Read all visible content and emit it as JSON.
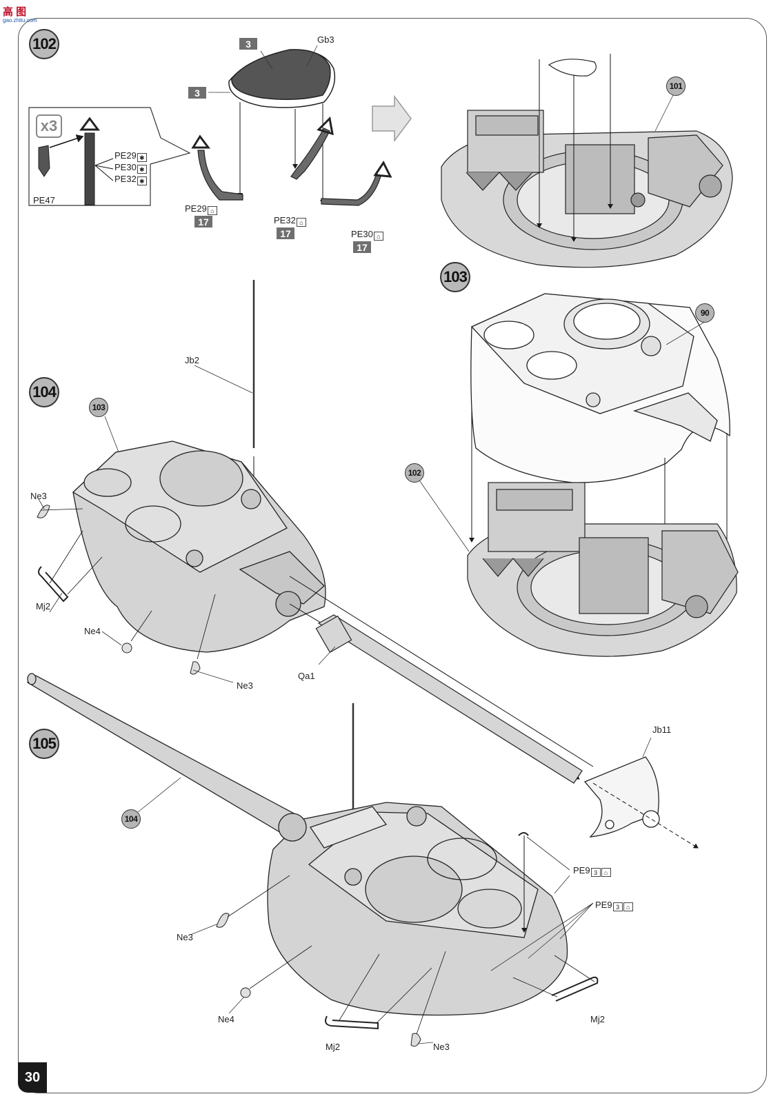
{
  "watermark": {
    "logo": "高 图",
    "url": "gao.zhitu.com"
  },
  "page_number": "30",
  "steps": [
    {
      "id": "step-102",
      "label": "102"
    },
    {
      "id": "step-103",
      "label": "103"
    },
    {
      "id": "step-104",
      "label": "104"
    },
    {
      "id": "step-105",
      "label": "105"
    }
  ],
  "refs": {
    "r101": "101",
    "r90": "90",
    "r102": "102",
    "r103": "103",
    "r104": "104"
  },
  "inset": {
    "multiplier": "x3",
    "parts": [
      "PE29",
      "PE30",
      "PE32"
    ],
    "pe47": "PE47"
  },
  "step102": {
    "badge_top": "3",
    "badge_left": "3",
    "seat_part": "Gb3",
    "pe29": "PE29",
    "pe32": "PE32",
    "pe30": "PE30",
    "badge_17": "17"
  },
  "step104": {
    "antenna": "Jb2",
    "ne3_left": "Ne3",
    "mj2_left": "Mj2",
    "ne4": "Ne4",
    "ne3_bottom": "Ne3",
    "qa1": "Qa1"
  },
  "step105": {
    "jb11": "Jb11",
    "pe9_a": "PE9",
    "pe9_b": "PE9",
    "ne3_left": "Ne3",
    "ne4": "Ne4",
    "mj2_left": "Mj2",
    "ne3_bottom": "Ne3",
    "mj2_right": "Mj2"
  },
  "colors": {
    "part_fill": "#d4d4d4",
    "line": "#1a1a1a",
    "badge": "#6f6f6f",
    "step_circle": "#b9b9b9"
  }
}
